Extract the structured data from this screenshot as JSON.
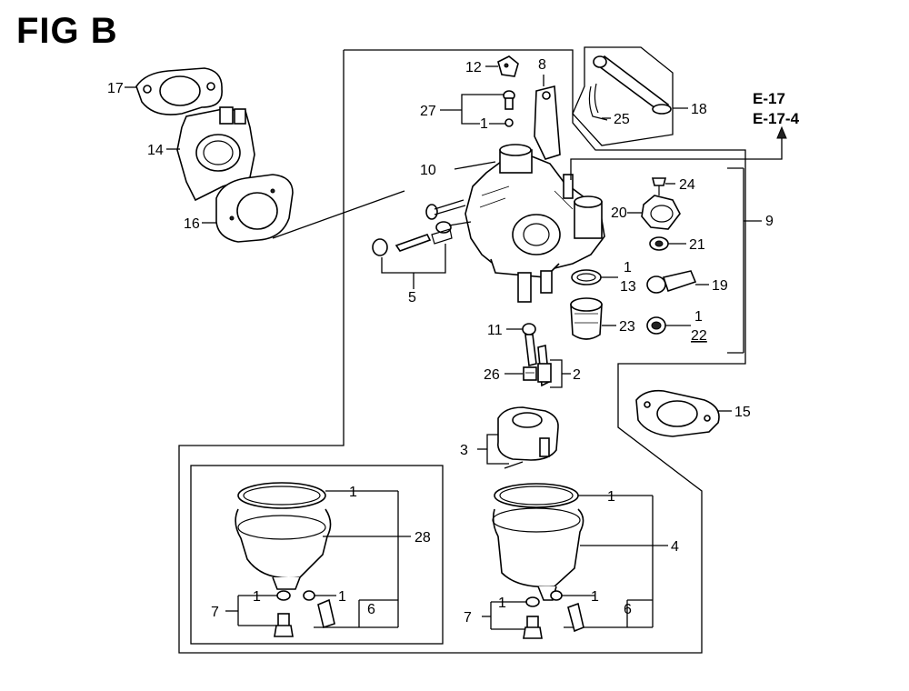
{
  "figure": {
    "title": "FIG B",
    "reference_top": "E-17",
    "reference_bottom": "E-17-4"
  },
  "callouts": {
    "c1a": "1",
    "c1b": "1",
    "c1c": "1",
    "c1d": "1",
    "c1e": "1",
    "c1f": "1",
    "c1g": "1",
    "c1h": "1",
    "c1i": "1",
    "c2": "2",
    "c3": "3",
    "c4": "4",
    "c5": "5",
    "c6a": "6",
    "c6b": "6",
    "c7a": "7",
    "c7b": "7",
    "c8": "8",
    "c9": "9",
    "c10": "10",
    "c11": "11",
    "c12": "12",
    "c13": "13",
    "c14": "14",
    "c15": "15",
    "c16": "16",
    "c17": "17",
    "c18": "18",
    "c19": "19",
    "c20": "20",
    "c21": "21",
    "c22": "22",
    "c23": "23",
    "c24": "24",
    "c25": "25",
    "c26": "26",
    "c27": "27",
    "c28": "28"
  }
}
